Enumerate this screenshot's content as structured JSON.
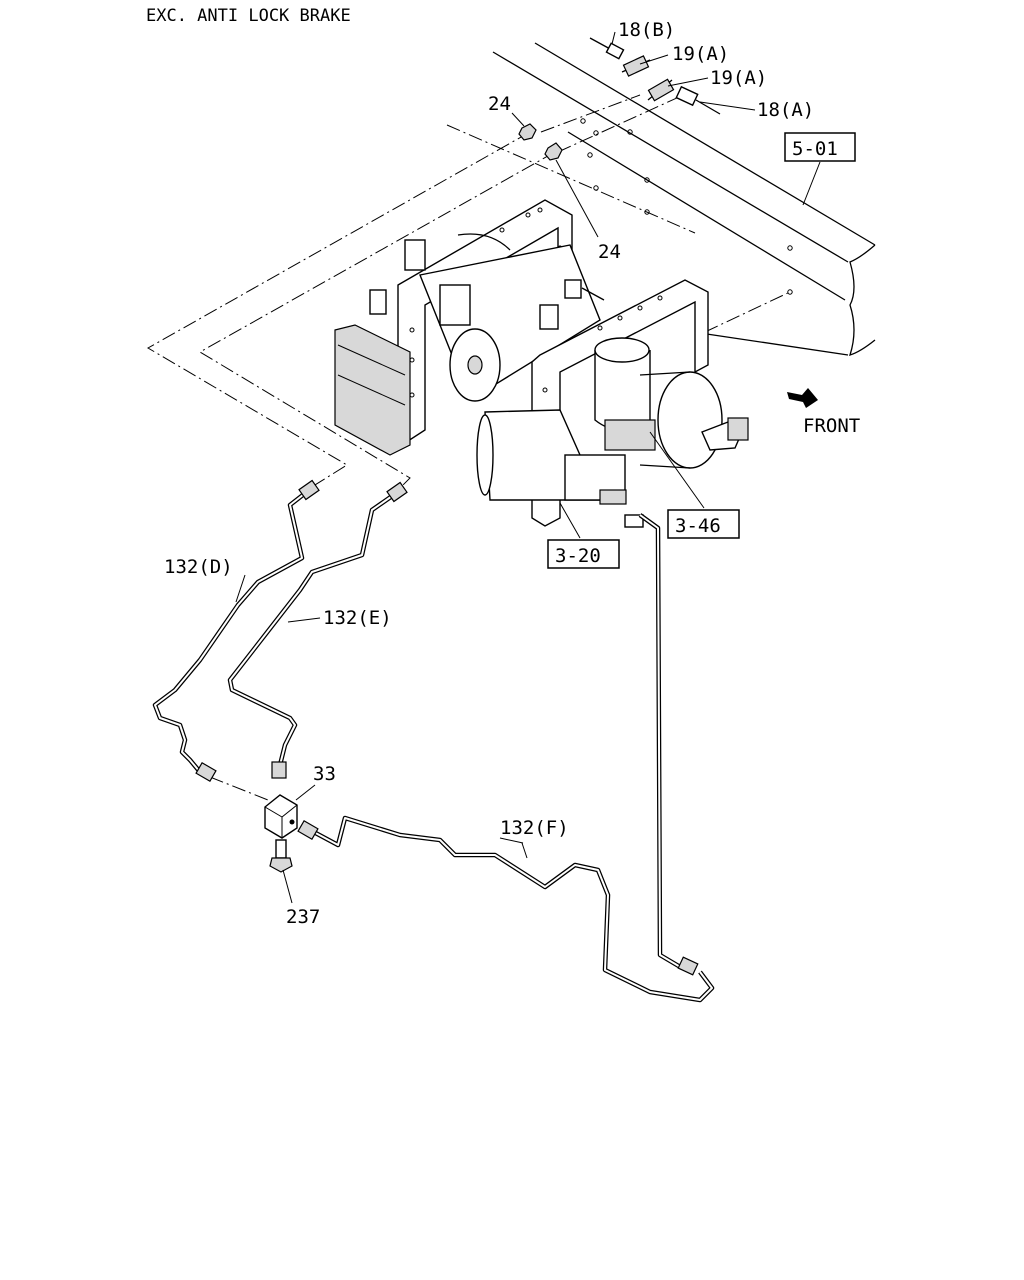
{
  "header": {
    "title": "EXC. ANTI LOCK BRAKE"
  },
  "labels": {
    "p18b": "18(B)",
    "p19a_1": "19(A)",
    "p19a_2": "19(A)",
    "p18a": "18(A)",
    "p24_top": "24",
    "p24_bottom": "24",
    "p132d": "132(D)",
    "p132e": "132(E)",
    "p132f": "132(F)",
    "p33": "33",
    "p237": "237",
    "front": "FRONT"
  },
  "refs": {
    "r501": "5-01",
    "r346": "3-46",
    "r320": "3-20"
  }
}
